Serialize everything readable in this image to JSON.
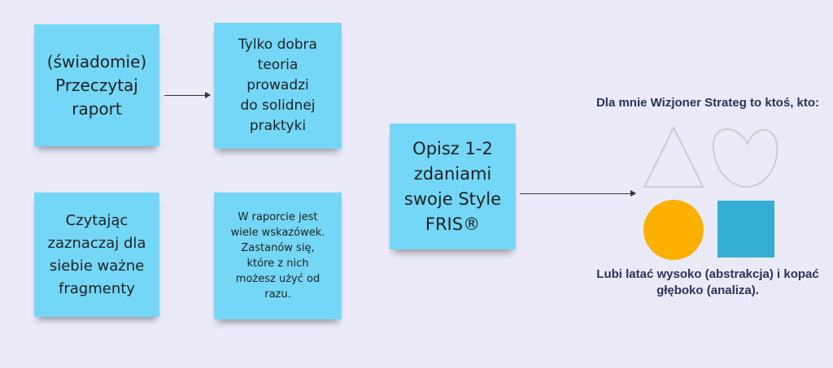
{
  "notes": [
    "(świadomie)\nPrzeczytaj\nraport",
    "Tylko dobra\nteoria\nprowadzi\ndo solidnej\npraktyki",
    "Czytając\nzaznaczaj dla\nsiebie ważne\nfragmenty",
    "W raporcie jest\nwiele wskazówek.\nZastanów się,\nktóre z nich\nmożesz użyć od\nrazu.",
    "Opisz 1-2\nzdaniami\nswoje Style\nFRIS®"
  ],
  "right": {
    "title": "Dla mnie Wizjoner Strateg to ktoś, kto:",
    "caption": "Lubi latać wysoko (abstrakcja) i kopać\ngłęboko (analiza).",
    "colors": {
      "circle": "#fbb000",
      "square": "#36afd4",
      "outline": "#cccccc"
    }
  }
}
